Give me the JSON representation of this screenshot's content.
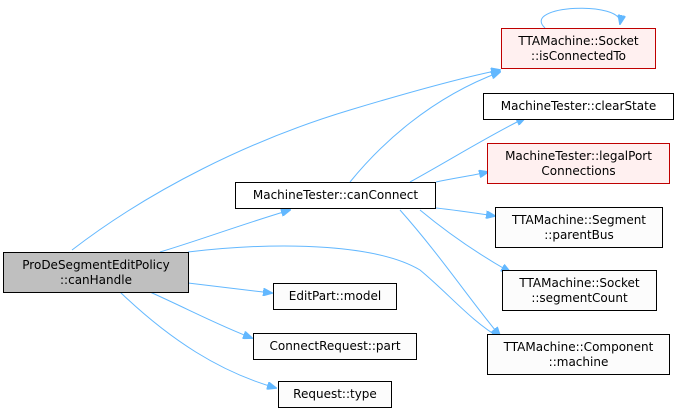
{
  "nodes": {
    "root": {
      "lines": [
        "ProDeSegmentEditPolicy",
        "::canHandle"
      ]
    },
    "canConnect": {
      "lines": [
        "MachineTester::canConnect"
      ]
    },
    "isConnected": {
      "lines": [
        "TTAMachine::Socket",
        "::isConnectedTo"
      ]
    },
    "clearState": {
      "lines": [
        "MachineTester::clearState"
      ]
    },
    "legalPort": {
      "lines": [
        "MachineTester::legalPort",
        "Connections"
      ]
    },
    "parentBus": {
      "lines": [
        "TTAMachine::Segment",
        "::parentBus"
      ]
    },
    "segCount": {
      "lines": [
        "TTAMachine::Socket",
        "::segmentCount"
      ]
    },
    "machine": {
      "lines": [
        "TTAMachine::Component",
        "::machine"
      ]
    },
    "model": {
      "lines": [
        "EditPart::model"
      ]
    },
    "part": {
      "lines": [
        "ConnectRequest::part"
      ]
    },
    "type": {
      "lines": [
        "Request::type"
      ]
    }
  },
  "colors": {
    "edge": "#63b8ff",
    "root_fill": "#bfbfbf",
    "red_border": "#bf0000",
    "red_fill": "#fff0f0"
  }
}
